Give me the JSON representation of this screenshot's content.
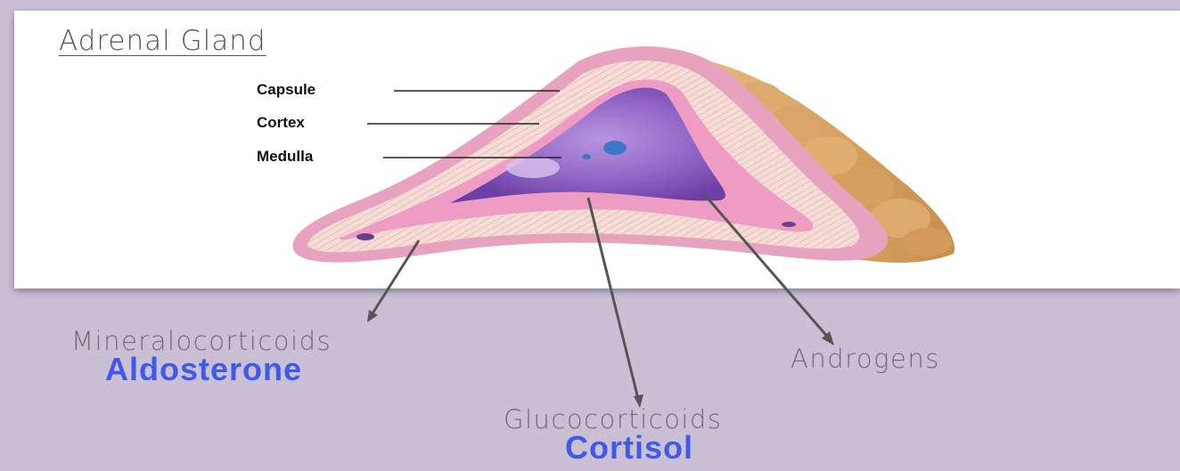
{
  "title": "Adrenal Gland",
  "structures": {
    "capsule": "Capsule",
    "cortex": "Cortex",
    "medulla": "Medulla"
  },
  "hormones": {
    "mineralo_class": "Mineralocorticoids",
    "mineralo_example": "Aldosterone",
    "gluco_class": "Glucocorticoids",
    "gluco_example": "Cortisol",
    "androgens": "Androgens"
  },
  "colors": {
    "background": "#cbbfd6",
    "accent_text": "#3d5be8",
    "capsule_pink": "#e9a3c0",
    "cortex_tan": "#f3d5cf",
    "medulla_purple": "#8a5cc0",
    "fat_orange": "#d7a465"
  }
}
